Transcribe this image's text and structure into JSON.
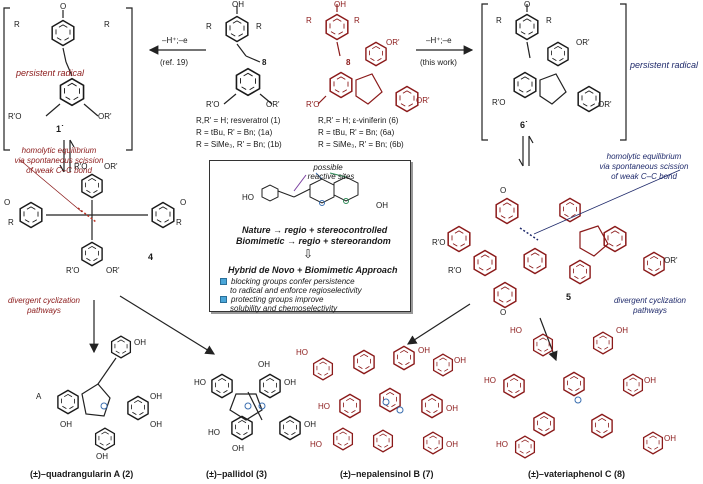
{
  "top": {
    "step_left_cond": "–H⁺;–e",
    "step_left_ref": "(ref. 19)",
    "step_right_cond": "–H⁺;–e",
    "step_right_ref": "(this work)",
    "persistent_left": "persistent radical",
    "persistent_right": "persistent radical",
    "radical_left_label": "1˙",
    "radical_right_label": "6˙",
    "locant_8_left": "8",
    "locant_8_right": "8",
    "resv_lines": [
      "R,R' = H; resveratrol (1)",
      "R = tBu, R' = Bn; (1a)",
      "R = SiMe₃, R' = Bn; (1b)"
    ],
    "vinif_lines": [
      "R,R' = H; ε-viniferin (6)",
      "R = tBu, R' = Bn; (6a)",
      "R = SiMe₃, R' = Bn; (6b)"
    ]
  },
  "middle": {
    "homolytic_left": [
      "homolytic equilibrium",
      "via spontaneous scission",
      "of weak C–C bond"
    ],
    "homolytic_right": [
      "homolytic equilibrium",
      "via spontaneous scission",
      "of weak C–C bond"
    ],
    "dimer_left_label": "4",
    "dimer_right_label": "5",
    "divergent_left": [
      "divergent cyclization",
      "pathways"
    ],
    "divergent_right": [
      "divergent cyclization",
      "pathways"
    ]
  },
  "box": {
    "possible": "possible",
    "reactive_sites": "reactive sites",
    "nature_line": "Nature → regio + stereocontrolled",
    "biomimetic_line": "Biomimetic → regio + stereorandom",
    "hybrid_title": "Hybrid de Novo + Biomimetic Approach",
    "bullets": [
      [
        "blocking groups confer persistence",
        "to radical and enforce regioselectivity"
      ],
      [
        "protecting groups improve",
        "solubility and chemoselectivity"
      ]
    ]
  },
  "products": [
    {
      "name": "(±)–quadrangularin A (2)"
    },
    {
      "name": "(±)–pallidol (3)"
    },
    {
      "name": "(±)–nepalensinol B (7)"
    },
    {
      "name": "(±)–vateriaphenol C (8)"
    }
  ],
  "colors": {
    "dark_red": "#8b1a1a",
    "navy": "#1f2a6b",
    "black": "#1a1a1a",
    "bullet": "#4aa6d8"
  }
}
